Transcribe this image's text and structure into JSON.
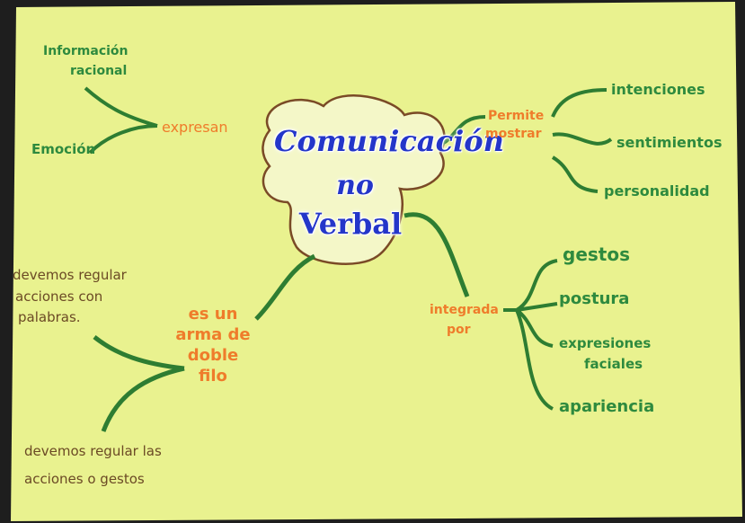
{
  "title": {
    "line1": "Comunicación",
    "line2": "no",
    "line3": "Verbal"
  },
  "left_top": {
    "info_line1": "Información",
    "info_line2": "racional",
    "emocion": "Emoción",
    "expresan": "expresan"
  },
  "right_top": {
    "permite_line1": "Permite",
    "permite_line2": "mostrar",
    "items": [
      "intenciones",
      "sentimientos",
      "personalidad"
    ]
  },
  "left_bottom": {
    "doble_filo_line1": "es un",
    "doble_filo_line2": "arma de",
    "doble_filo_line3": "doble",
    "doble_filo_line4": "filo",
    "note1_line1": "devemos regular",
    "note1_line2": "acciones con",
    "note1_line3": "palabras.",
    "note2_line1": "devemos regular las",
    "note2_line2": "acciones o gestos"
  },
  "right_bottom": {
    "integrada_line1": "integrada",
    "integrada_line2": "por",
    "items": [
      "gestos",
      "postura",
      "expresiones",
      "faciales",
      "apariencia"
    ]
  },
  "colors": {
    "paper": "#e9f28f",
    "green": "#2e8a3e",
    "orange": "#ef7c2b",
    "brown": "#6b4a25",
    "blue": "#2436c9"
  }
}
